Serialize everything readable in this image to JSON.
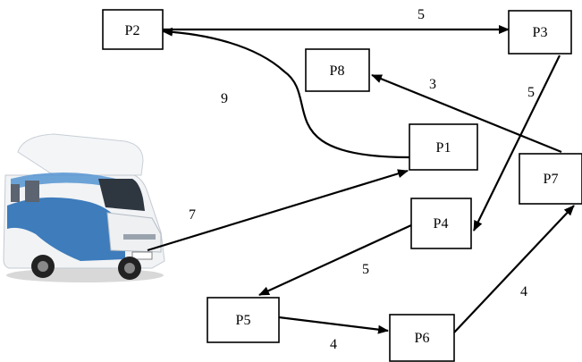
{
  "nodes": [
    {
      "id": "P2",
      "label": "P2"
    },
    {
      "id": "P3",
      "label": "P3"
    },
    {
      "id": "P8",
      "label": "P8"
    },
    {
      "id": "P1",
      "label": "P1"
    },
    {
      "id": "P7",
      "label": "P7"
    },
    {
      "id": "P4",
      "label": "P4"
    },
    {
      "id": "P5",
      "label": "P5"
    },
    {
      "id": "P6",
      "label": "P6"
    }
  ],
  "edges": [
    {
      "id": "P2-P3",
      "from": "P2",
      "to": "P3",
      "weight": "5"
    },
    {
      "id": "P1-P2",
      "from": "P1",
      "to": "P2",
      "weight": "9"
    },
    {
      "id": "P7-P8",
      "from": "P7",
      "to": "P8",
      "weight": "3"
    },
    {
      "id": "P3-P4",
      "from": "P3",
      "to": "P4",
      "weight": "5"
    },
    {
      "id": "van-P1",
      "from": "van",
      "to": "P1",
      "weight": "7"
    },
    {
      "id": "P4-P5",
      "from": "P4",
      "to": "P5",
      "weight": "5"
    },
    {
      "id": "P5-P6",
      "from": "P5",
      "to": "P6",
      "weight": "4"
    },
    {
      "id": "P6-P7",
      "from": "P6",
      "to": "P7",
      "weight": "4"
    }
  ],
  "image": {
    "subject": "camper-van"
  },
  "colors": {
    "stroke": "#000000",
    "van_body": "#f2f4f6",
    "van_accent": "#2a6fb5"
  }
}
